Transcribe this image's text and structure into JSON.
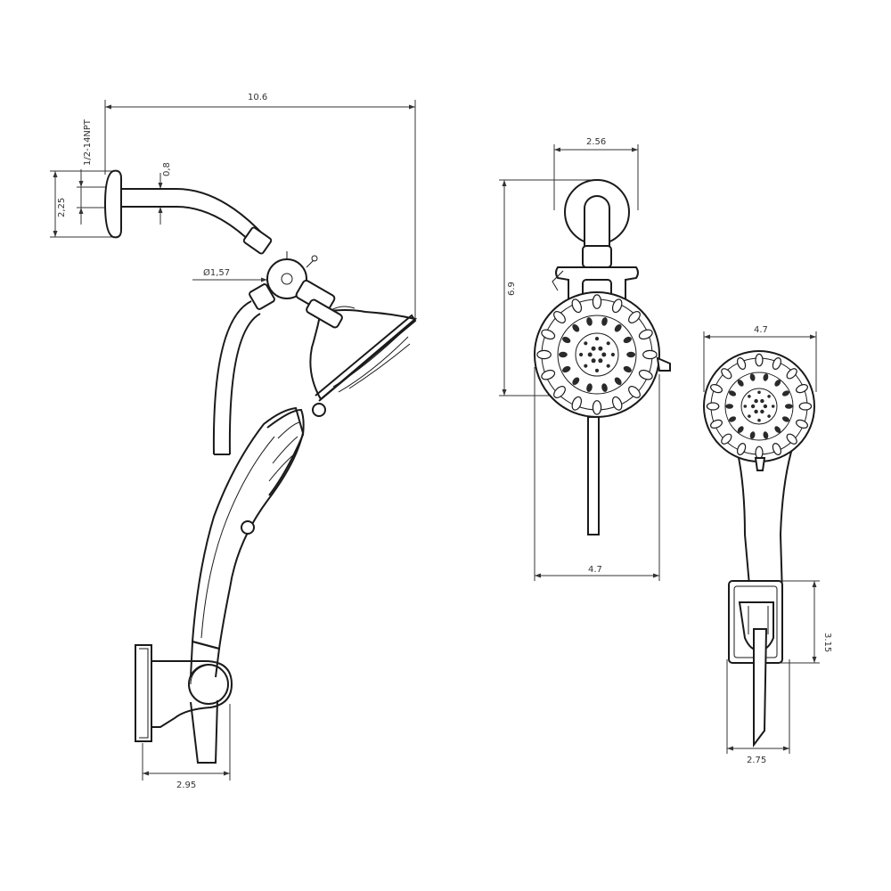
{
  "dimensions": {
    "overall_width": "10.6",
    "pipe_thread": "1/2-14NPT",
    "flange_diameter": "2,25",
    "arm_offset": "0,8",
    "swivel_diameter": "Ø1,57",
    "bracket_width_left": "2.95",
    "arm_flange_width": "2.56",
    "front_height": "6.9",
    "front_width": "4.7",
    "handheld_face": "4.7",
    "bracket_height": "3.15",
    "bracket_width_right": "2.75"
  }
}
